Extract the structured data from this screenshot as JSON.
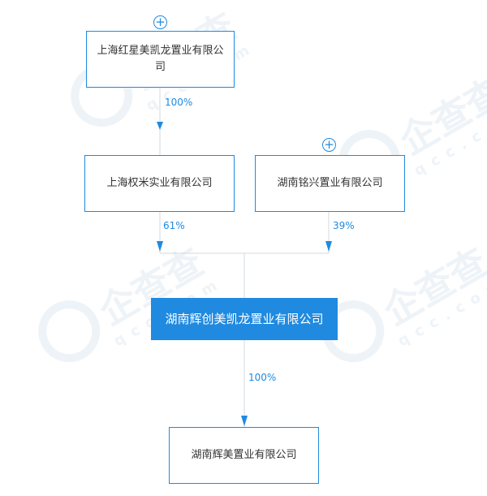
{
  "nodes": {
    "top": {
      "label": "上海红星美凯龙置业有限公司"
    },
    "left": {
      "label": "上海权米实业有限公司"
    },
    "right": {
      "label": "湖南铭兴置业有限公司"
    },
    "main": {
      "label": "湖南辉创美凯龙置业有限公司"
    },
    "bottom": {
      "label": "湖南辉美置业有限公司"
    }
  },
  "edges": {
    "top_to_left": {
      "percent": "100%"
    },
    "left_to_main": {
      "percent": "61%"
    },
    "right_to_main": {
      "percent": "39%"
    },
    "main_to_bottom": {
      "percent": "100%"
    }
  },
  "expand_symbol": "+",
  "watermark": {
    "text": "企查查",
    "sub": "qcc.com"
  },
  "colors": {
    "accent": "#1f8ae0",
    "line": "#d0d8e0",
    "text": "#333333"
  }
}
